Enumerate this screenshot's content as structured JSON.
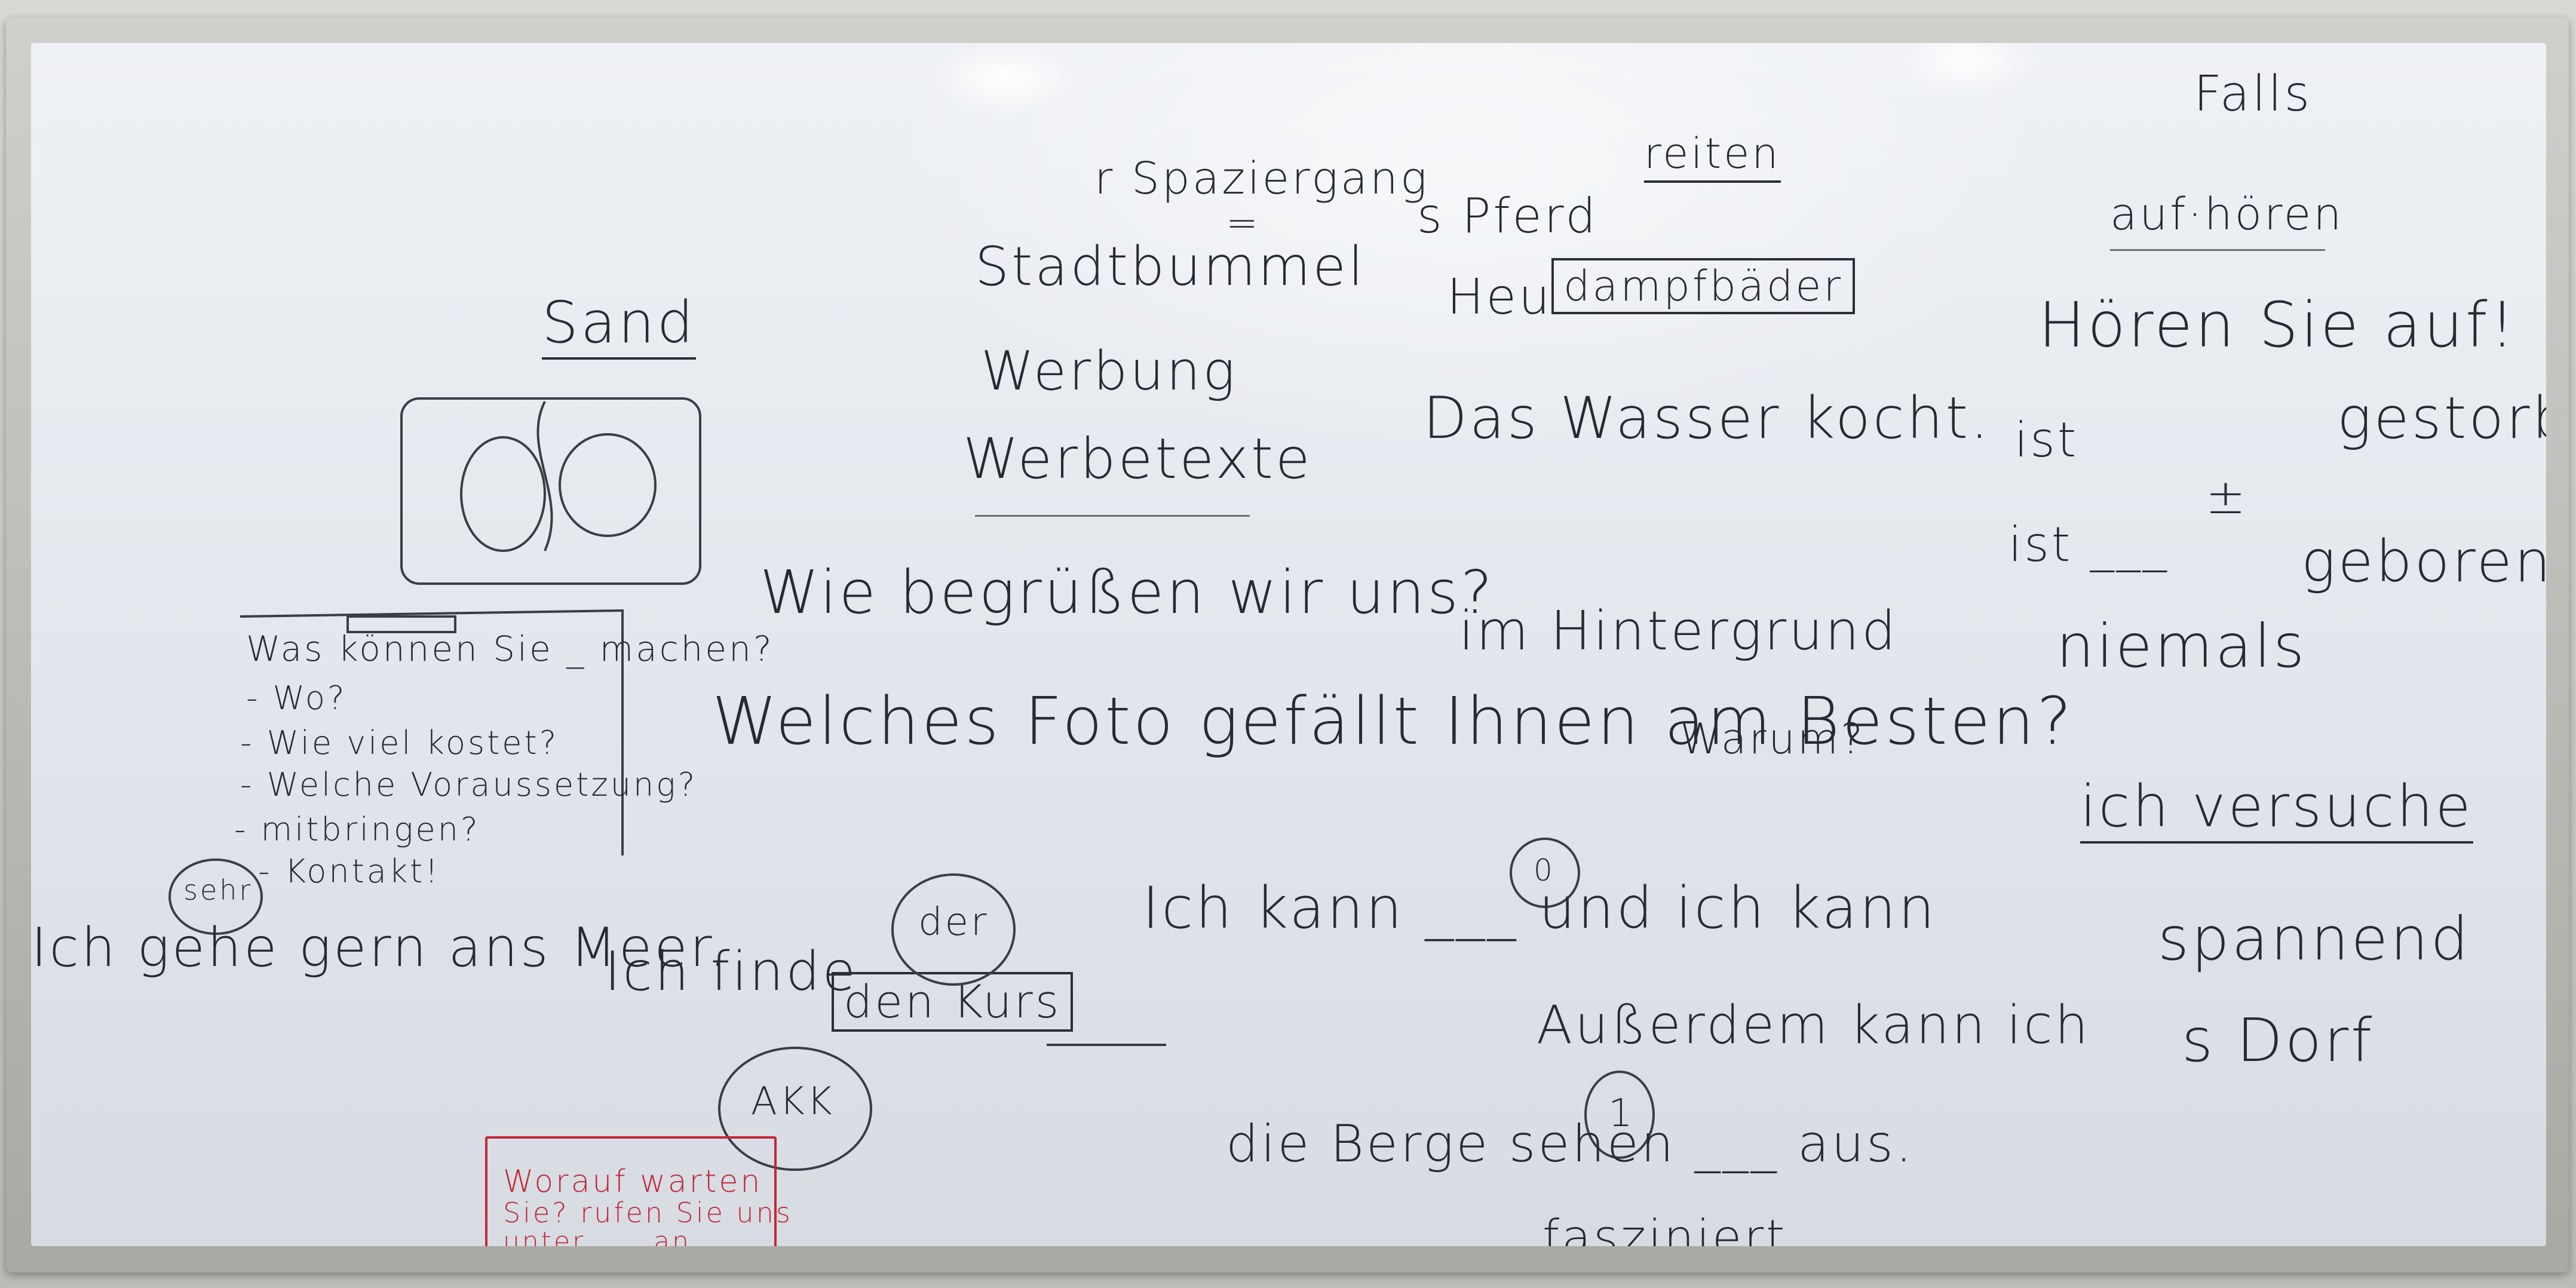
{
  "board": {
    "top_left": {
      "sand": "Sand"
    },
    "questions": {
      "lines": [
        "Was können Sie _ machen?",
        "- Wo?",
        "- Wie viel kostet?",
        "- Welche Voraussetzung?",
        "- mitbringen?",
        "- Kontakt!"
      ]
    },
    "gern_line": "Ich gehe gern ans Meer.",
    "sehr_label": "sehr",
    "finde_line": {
      "prefix": "Ich finde",
      "boxed": "den Kurs",
      "der": "der",
      "akk": "AKK"
    },
    "red_note": {
      "line1": "Worauf warten",
      "line2": "Sie? rufen Sie uns",
      "line3": "unter ___ an."
    },
    "center": {
      "spaziergang": "r Spaziergang",
      "equals": "=",
      "stadtbummel": "Stadtbummel",
      "werbung": "Werbung",
      "werbetexte": "Werbetexte",
      "begruessen": "Wie begrüßen wir uns?",
      "foto": "Welches Foto gefällt Ihnen am Besten?",
      "hintergrund": "im Hintergrund",
      "warum": "Warum?",
      "kann": "Ich kann ___ und ich kann",
      "zero": "0",
      "ausserdem": "Außerdem kann ich",
      "berge": "die Berge sehen ___ aus.",
      "one": "1",
      "fasziniert": "fasziniert"
    },
    "right_center": {
      "pferd": "s Pferd",
      "reiten": "reiten",
      "heudampf_prefix": "Heu",
      "heudampf_box": "dampfbäder",
      "wasser": "Das Wasser kocht."
    },
    "right": {
      "falls": "Falls",
      "aufhoeren": "auf·hören",
      "hoeren_sie": "Hören Sie auf!",
      "ist1": "ist",
      "plusminus": "±",
      "gestorben": "gestorben",
      "ist2": "ist ___",
      "geboren": "geboren",
      "niemals": "niemals",
      "versuche": "ich versuche",
      "spannend": "spannend",
      "dorf": "s Dorf"
    }
  },
  "colors": {
    "ink": "#262a33",
    "red_ink": "#c2273a",
    "board": "#e6e9ee"
  }
}
